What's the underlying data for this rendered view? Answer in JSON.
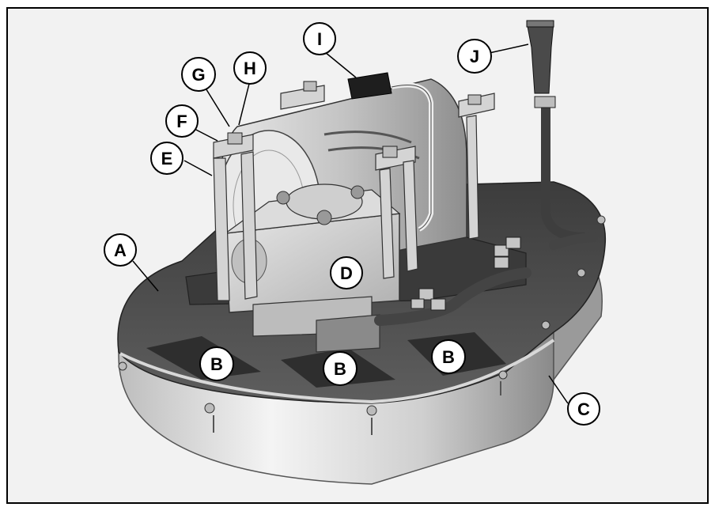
{
  "callouts": [
    {
      "id": "A",
      "label": "A"
    },
    {
      "id": "B1",
      "label": "B"
    },
    {
      "id": "B2",
      "label": "B"
    },
    {
      "id": "B3",
      "label": "B"
    },
    {
      "id": "C",
      "label": "C"
    },
    {
      "id": "D",
      "label": "D"
    },
    {
      "id": "E",
      "label": "E"
    },
    {
      "id": "F",
      "label": "F"
    },
    {
      "id": "G",
      "label": "G"
    },
    {
      "id": "H",
      "label": "H"
    },
    {
      "id": "I",
      "label": "I"
    },
    {
      "id": "J",
      "label": "J"
    }
  ],
  "colors": {
    "frame": "#000000",
    "background": "#f2f2f2",
    "shell_light": "#d9d9d9",
    "shell_dark": "#4a4a4a",
    "motor": "#c8c8c8",
    "hose": "#555555"
  }
}
